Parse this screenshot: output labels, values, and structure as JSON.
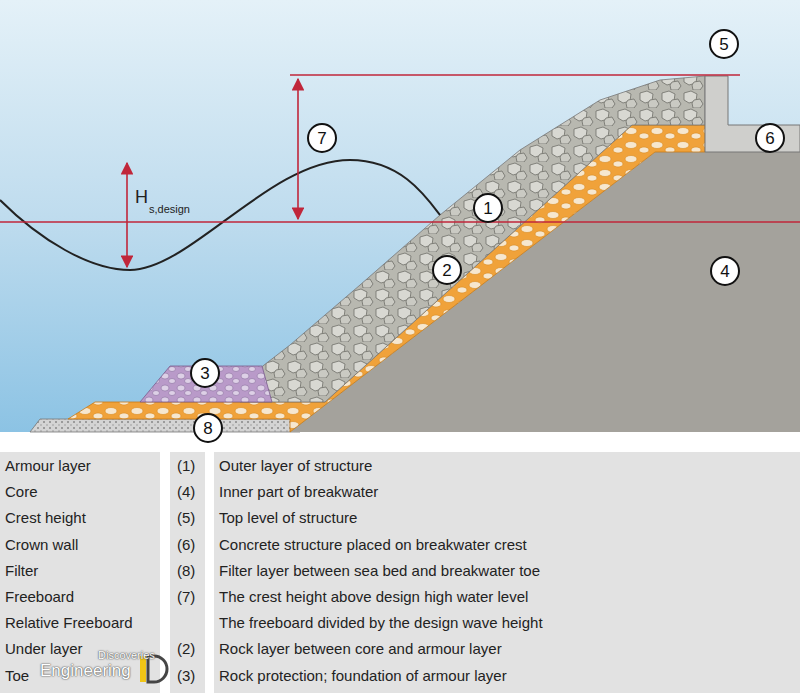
{
  "diagram": {
    "nodes": [
      {
        "text": [
          "5"
        ]
      },
      {
        "text": [
          "7"
        ]
      },
      {
        "text": [
          "6"
        ]
      },
      {
        "text": [
          "1"
        ]
      },
      {
        "text": [
          "2"
        ]
      },
      {
        "text": [
          "4"
        ]
      },
      {
        "text": [
          "3"
        ]
      },
      {
        "text": [
          "8"
        ]
      }
    ],
    "labels": [
      "H",
      "s,design",
      "Armour layer",
      "(1)",
      "Outer layer of structure",
      "Core",
      "(4)",
      "Inner part of breakwater",
      "Crest height",
      "(5)",
      "Top level of structure",
      "Crown wall",
      "(6)",
      "Concrete structure placed on breakwater crest",
      "Filter",
      "(8)",
      "Filter layer between sea bed and breakwater toe",
      "Freeboard",
      "(7)",
      "The crest height above design high water level",
      "Relative Freeboard",
      "The freeboard divided by the design wave height",
      "Under layer",
      "(2)",
      "Rock layer between core and armour layer",
      "Toe",
      "(3)",
      "Rock protection; foundation of armour layer",
      "Discoveries",
      "Engineering"
    ]
  }
}
